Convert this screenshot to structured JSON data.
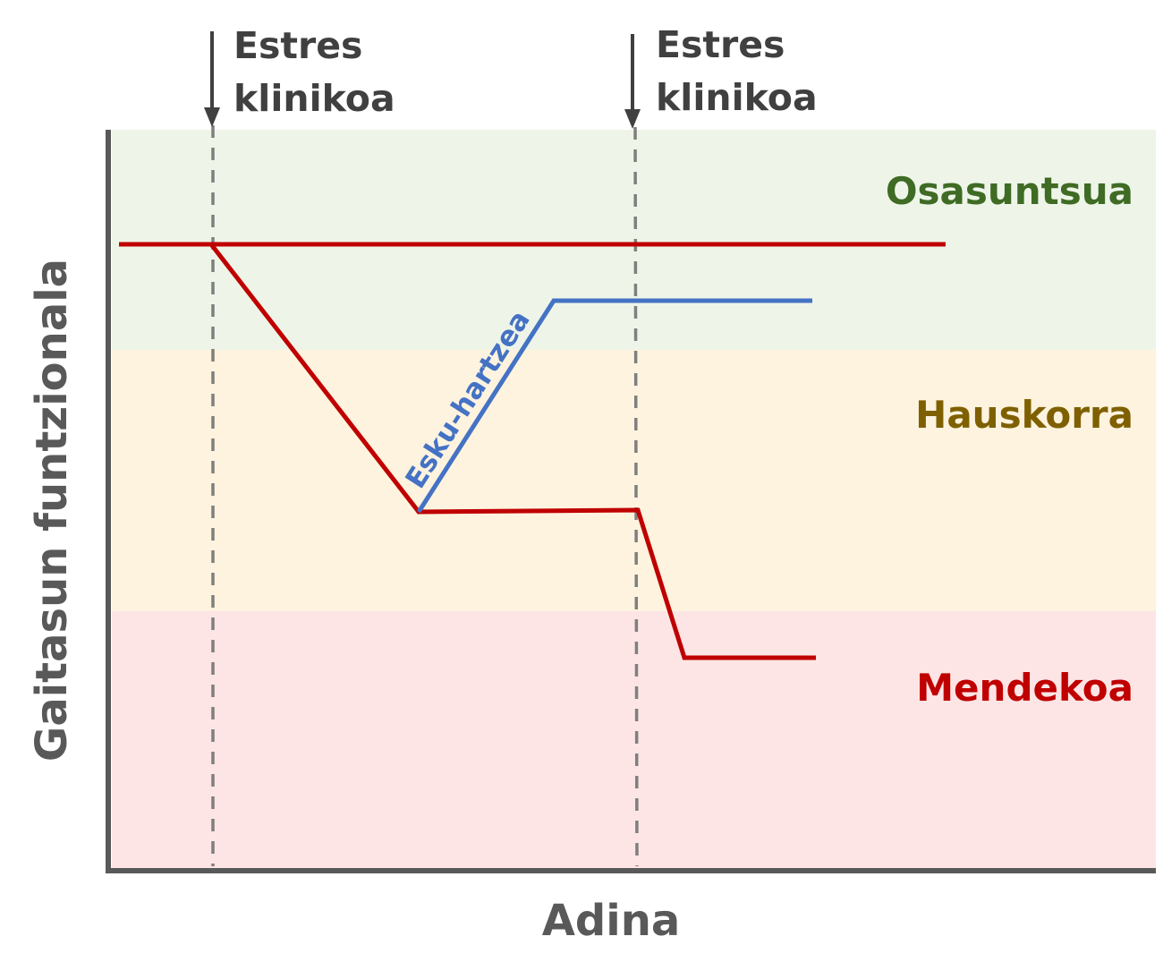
{
  "annotations": {
    "stress_1": {
      "line1": "Estres",
      "line2": "klinikoa"
    },
    "stress_2": {
      "line1": "Estres",
      "line2": "klinikoa"
    },
    "intervention": "Esku-hartzea"
  },
  "zones": {
    "healthy": "Osasuntsua",
    "frail": "Hauskorra",
    "dependent": "Mendekoa"
  },
  "axes": {
    "y_label": "Gaitasun funtzionala",
    "x_label": "Adina"
  },
  "colors": {
    "healthy_bg": "#eef5e8",
    "frail_bg": "#fdf3df",
    "dependent_bg": "#fde5e5",
    "healthy_text": "#3f6b25",
    "frail_text": "#7f6000",
    "dependent_text": "#c00000",
    "red_line": "#c00000",
    "blue_line": "#4472c4",
    "axis": "#595959"
  }
}
